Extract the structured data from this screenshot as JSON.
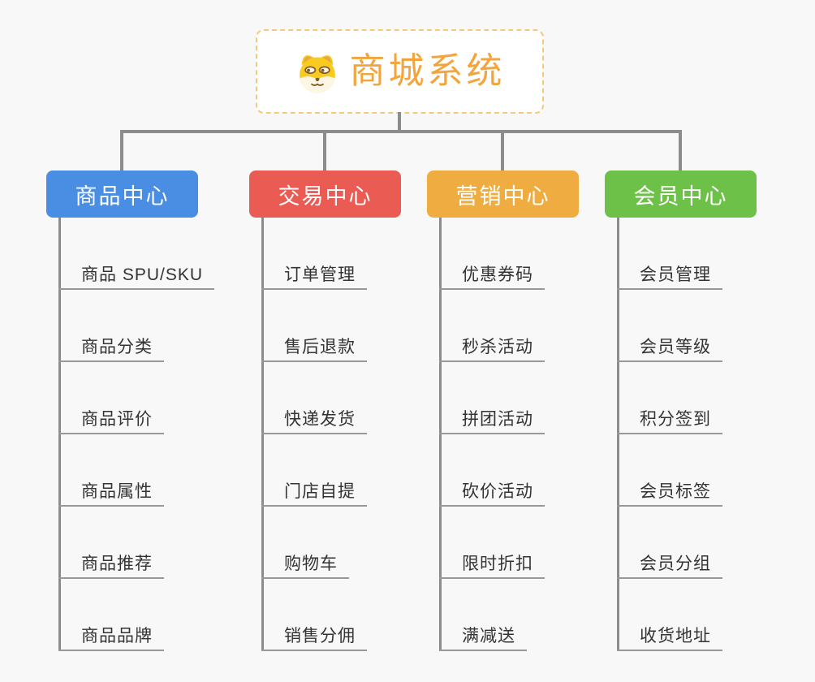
{
  "root": {
    "title": "商城系统",
    "icon": "shiba-dog-icon",
    "border_color": "#F5C87B",
    "title_color": "#F2A53C"
  },
  "colors": {
    "background": "#F8F8F8",
    "connector_line": "#8C8C8C",
    "item_underline": "#989898",
    "item_text": "#333333"
  },
  "branches": [
    {
      "label": "商品中心",
      "color": "#4A8EE4",
      "items": [
        "商品 SPU/SKU",
        "商品分类",
        "商品评价",
        "商品属性",
        "商品推荐",
        "商品品牌"
      ]
    },
    {
      "label": "交易中心",
      "color": "#EA5B54",
      "items": [
        "订单管理",
        "售后退款",
        "快递发货",
        "门店自提",
        "购物车",
        "销售分佣"
      ]
    },
    {
      "label": "营销中心",
      "color": "#EFAD41",
      "items": [
        "优惠券码",
        "秒杀活动",
        "拼团活动",
        "砍价活动",
        "限时折扣",
        "满减送"
      ]
    },
    {
      "label": "会员中心",
      "color": "#6DC149",
      "items": [
        "会员管理",
        "会员等级",
        "积分签到",
        "会员标签",
        "会员分组",
        "收货地址"
      ]
    }
  ]
}
